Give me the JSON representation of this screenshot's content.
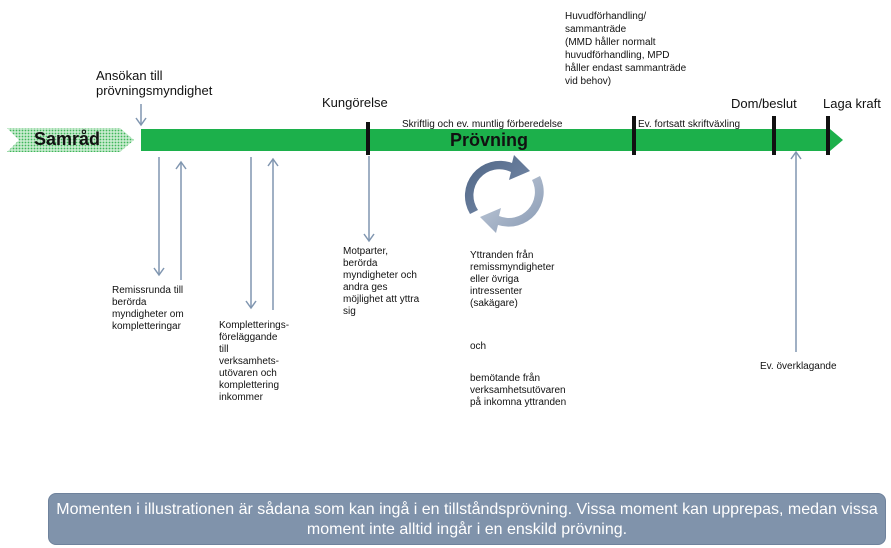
{
  "phases": {
    "samrad": "Samråd",
    "provning": "Prövning"
  },
  "milestones": {
    "ansokan": "Ansökan till\nprövningsmyndighet",
    "kungorelse": "Kungörelse",
    "huvudforhandling": "Huvudförhandling/\nsammanträde\n(MMD håller normalt\nhuvudförhandling, MPD\nhåller endast sammanträde\nvid behov)",
    "dom": "Dom/beslut",
    "laga_kraft": "Laga kraft"
  },
  "bar_labels": {
    "forberedelse": "Skriftlig och ev. muntlig förberedelse",
    "skriftvaxling": "Ev. fortsatt skriftväxling"
  },
  "notes": {
    "remissrunda": "Remissrunda till\nberörda\nmyndigheter om\nkompletteringar",
    "kompletteringsforelaggande": "Kompletterings-\nföreläggande\ntill\nverksamhets-\nutövaren och\nkomplettering\ninkommer",
    "motparter": "Motparter,\nberörda\nmyndigheter och\nandra ges\nmöjlighet att yttra\nsig",
    "yttranden": "Yttranden från\nremissmyndigheter\neller övriga\nintressenter\n(sakägare)",
    "och": "och",
    "bemotande": "bemötande från\nverksamhetsutövaren\npå inkomna yttranden",
    "overklagande": "Ev. överklagande"
  },
  "footer": "Momenten i illustrationen är sådana som kan ingå i en tillståndsprövning. Vissa moment kan upprepas, medan vissa moment inte alltid ingår i en enskild prövning.",
  "colors": {
    "bar_green": "#1cb04b",
    "samrad_green": "#9fd8a4",
    "arrow_blue": "#8096b0",
    "box_blue": "#8093ab",
    "cycle_dark": "#5a6f8d",
    "cycle_light": "#aab7c9"
  }
}
